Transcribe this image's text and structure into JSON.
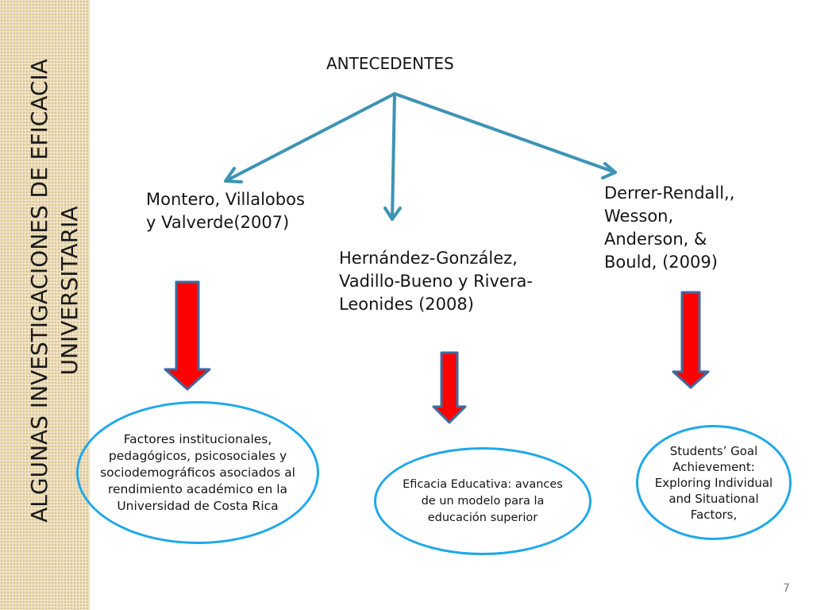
{
  "sidebar": {
    "title_line1": "ALGUNAS INVESTIGACIONES DE EFICACIA",
    "title_line2": "UNIVERSITARIA"
  },
  "diagram": {
    "root": "ANTECEDENTES",
    "branches": [
      {
        "author": "Montero, Villalobos y Valverde(2007)",
        "study": "Factores institucionales, pedagógicos, psicosociales y sociodemográficos asociados al rendimiento académico en la Universidad de Costa Rica"
      },
      {
        "author": "Hernández-González, Vadillo-Bueno y Rivera-Leonides (2008)",
        "study": "Eficacia Educativa: avances de un modelo para la educación superior"
      },
      {
        "author": "Derrer-Rendall,, Wesson, Anderson, & Bould, (2009)",
        "study": "Students’ Goal Achievement: Exploring Individual and Situational Factors,"
      }
    ]
  },
  "colors": {
    "connector": "#3d93b4",
    "down_arrow_fill": "#ff0000",
    "down_arrow_stroke": "#3e6ba0",
    "oval_border": "#1fa8ea"
  },
  "page_number": "7"
}
